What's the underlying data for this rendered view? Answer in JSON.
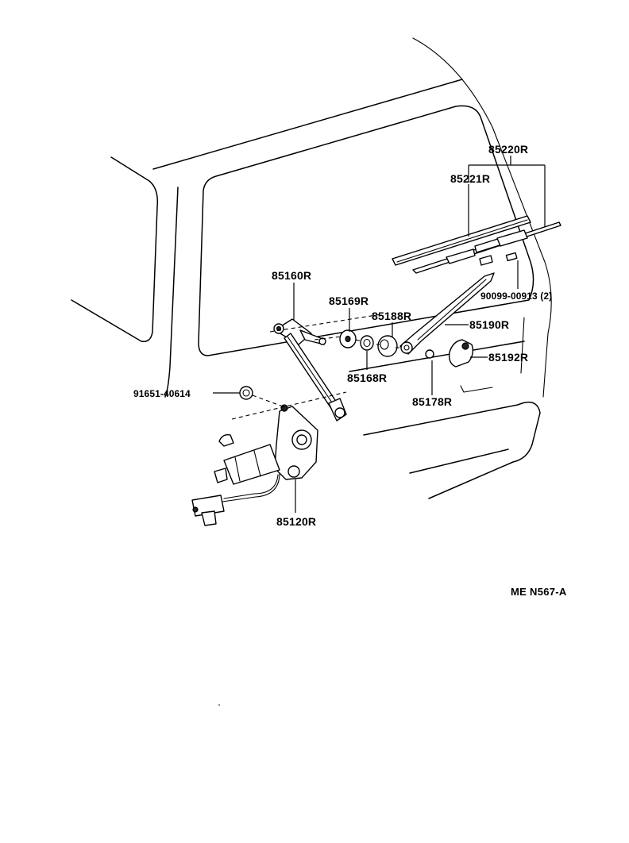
{
  "labels": {
    "p85220R": "85220R",
    "p85221R": "85221R",
    "p85160R": "85160R",
    "p85169R": "85169R",
    "p85188R": "85188R",
    "p90099": "90099-00913 (2)",
    "p85190R": "85190R",
    "p85192R": "85192R",
    "p85168R": "85168R",
    "p91651": "91651-40614",
    "p85178R": "85178R",
    "p85120R": "85120R"
  },
  "reference": "ME N567-A"
}
